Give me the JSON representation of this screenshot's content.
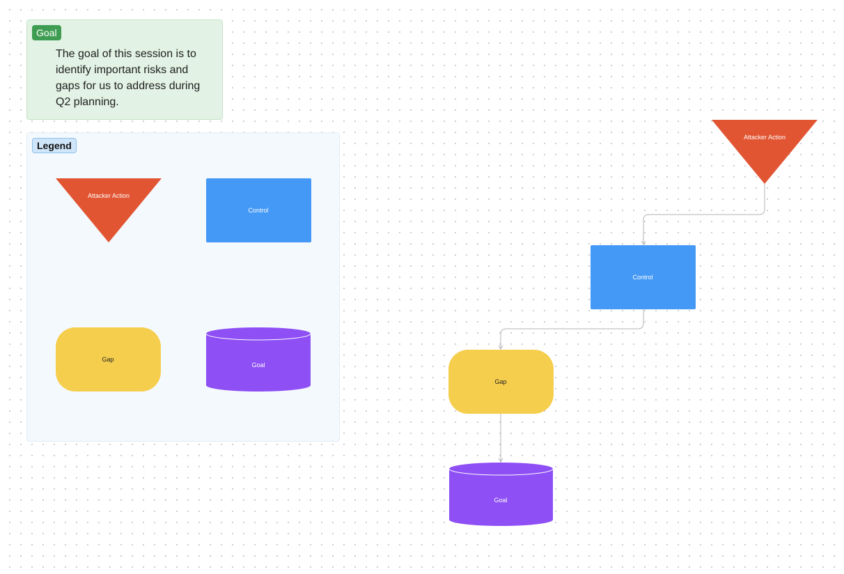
{
  "goal_section": {
    "tag": "Goal",
    "text": "The goal of this session is to identify important risks and gaps for us to address during Q2 planning."
  },
  "legend_section": {
    "tag": "Legend",
    "items": {
      "attacker_action": "Attacker Action",
      "control": "Control",
      "gap": "Gap",
      "goal": "Goal"
    }
  },
  "flow": {
    "attacker_action": "Attacker Action",
    "control": "Control",
    "gap": "Gap",
    "goal": "Goal"
  },
  "colors": {
    "attacker_action": "#e15533",
    "control": "#4499f6",
    "gap": "#f6ce4e",
    "goal": "#8e4ff5",
    "connector": "#b3b3b3"
  }
}
